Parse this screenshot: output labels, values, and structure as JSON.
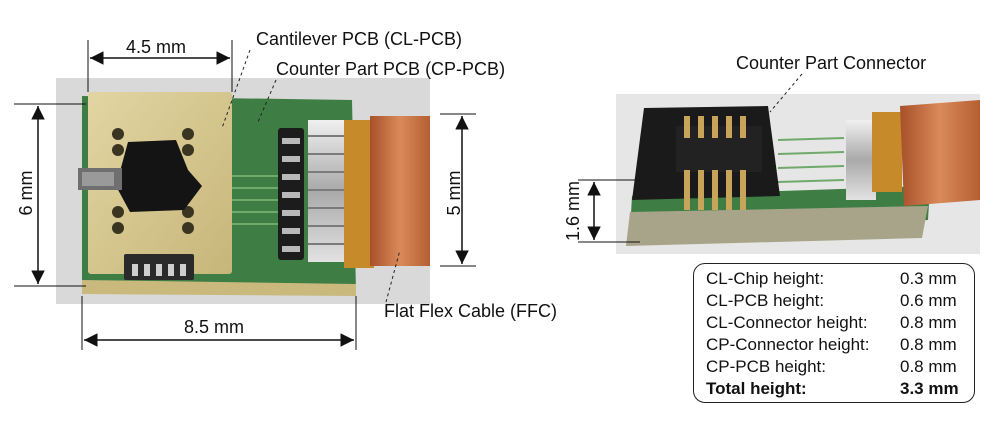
{
  "left_view": {
    "dim_top": "4.5 mm",
    "dim_left": "6 mm",
    "dim_right": "5 mm",
    "dim_bottom": "8.5 mm",
    "callout_cl_pcb": "Cantilever PCB (CL-PCB)",
    "callout_cp_pcb": "Counter Part PCB (CP-PCB)",
    "callout_ffc": "Flat Flex Cable (FFC)"
  },
  "right_view": {
    "callout_connector": "Counter Part Connector",
    "dim_height": "1.6 mm"
  },
  "height_table": {
    "rows": [
      {
        "label": "CL-Chip height:",
        "value": "0.3 mm"
      },
      {
        "label": "CL-PCB height:",
        "value": "0.6 mm"
      },
      {
        "label": "CL-Connector height:",
        "value": "0.8 mm"
      },
      {
        "label": "CP-Connector height:",
        "value": "0.8 mm"
      },
      {
        "label": "CP-PCB height:",
        "value": "0.8 mm"
      }
    ],
    "total_label": "Total height:",
    "total_value": "3.3 mm"
  },
  "colors": {
    "pcb_green": "#3e7d44",
    "gold_pcb": "#d6c691",
    "copper_tape": "#c66b3a",
    "kapton": "#c68a2a"
  }
}
